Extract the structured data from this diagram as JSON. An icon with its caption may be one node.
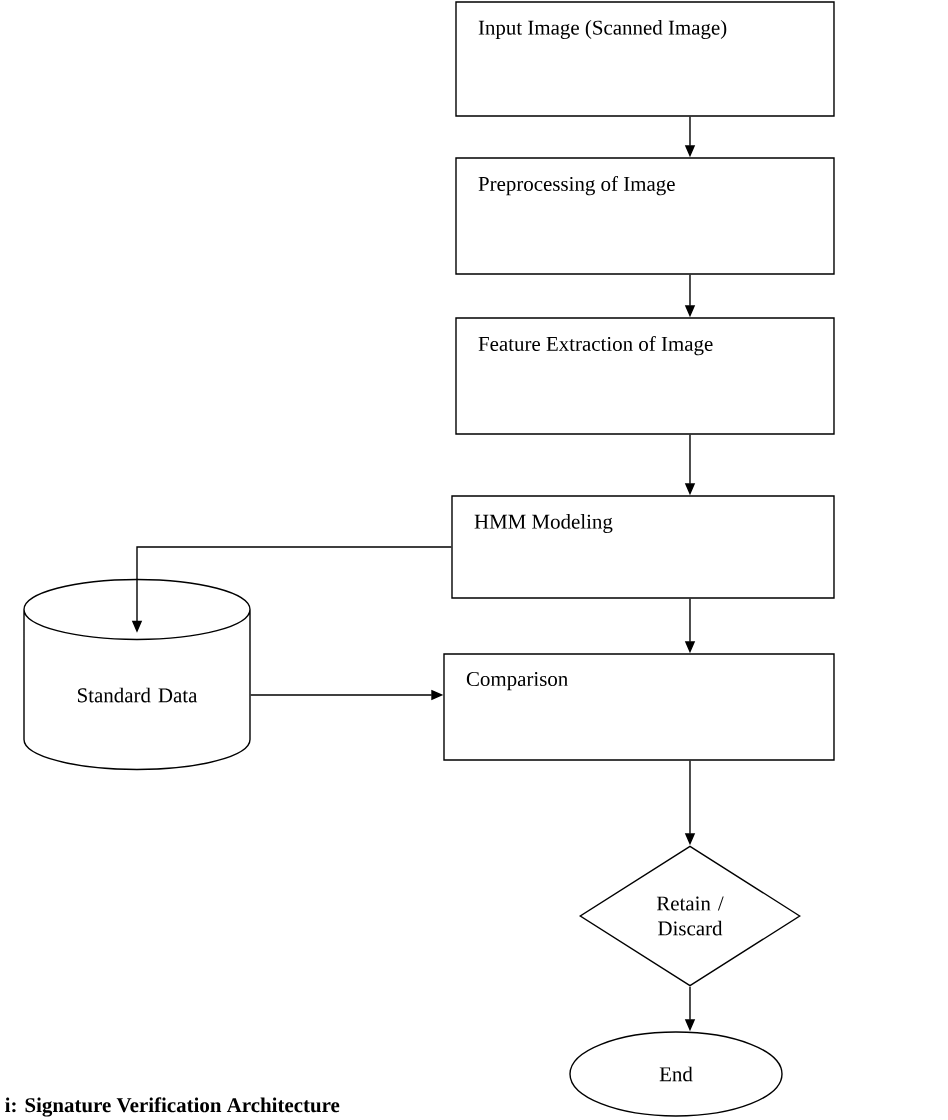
{
  "diagram": {
    "caption": "i: Signature Verification Architecture",
    "nodes": [
      {
        "text": [
          "Input Image (Scanned Image)"
        ]
      },
      {
        "text": [
          "Preprocessing of Image"
        ]
      },
      {
        "text": [
          "Feature Extraction of Image"
        ]
      },
      {
        "text": [
          "HMM Modeling"
        ]
      },
      {
        "text": [
          "Standard Data"
        ]
      },
      {
        "text": [
          "Comparison"
        ]
      },
      {
        "text": [
          "Retain / Discard"
        ]
      },
      {
        "text": [
          "End"
        ]
      }
    ],
    "edges": [
      {
        "from": 0,
        "to": 1,
        "arrow": "to"
      },
      {
        "from": 1,
        "to": 2,
        "arrow": "to"
      },
      {
        "from": 2,
        "to": 3,
        "arrow": "to"
      },
      {
        "from": 3,
        "to": 4,
        "arrow": "to"
      },
      {
        "from": 3,
        "to": 5,
        "arrow": "to"
      },
      {
        "from": 4,
        "to": 5,
        "arrow": "to"
      },
      {
        "from": 5,
        "to": 6,
        "arrow": "to"
      },
      {
        "from": 6,
        "to": 7,
        "arrow": "to"
      }
    ]
  }
}
